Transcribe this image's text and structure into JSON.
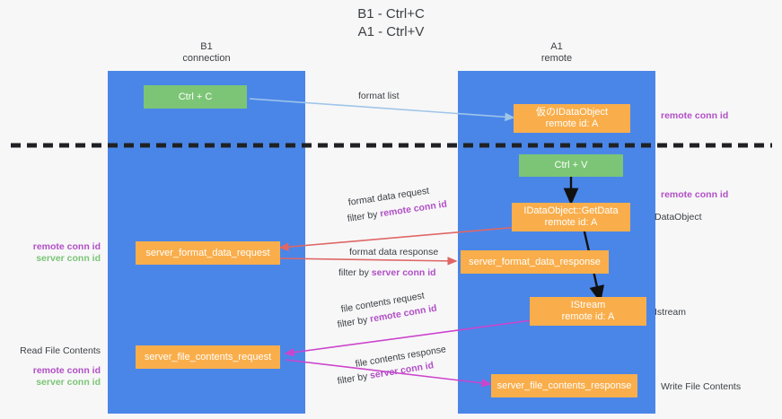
{
  "title": {
    "line1": "B1 - Ctrl+C",
    "line2": "A1 - Ctrl+V"
  },
  "columns": [
    {
      "name": "B1",
      "sub": "connection"
    },
    {
      "name": "A1",
      "sub": "remote"
    }
  ],
  "colors": {
    "lane": "#4a86e8",
    "box_orange": "#f9ae4b",
    "box_green": "#7cc576",
    "purple": "#b14fc5",
    "green_text": "#7cc576",
    "arrow_blue": "#9fc5e8",
    "arrow_red": "#e06666",
    "arrow_magenta": "#cc44cc",
    "arrow_black": "#000000",
    "divider": "#202124",
    "background": "#f7f7f8"
  },
  "boxes": {
    "ctrl_c": {
      "line1": "Ctrl + C"
    },
    "ctrl_v": {
      "line1": "Ctrl + V"
    },
    "fake_dataobject": {
      "line1": "仮のIDataObject",
      "line2": "remote id: A"
    },
    "getdata": {
      "line1": "IDataObject::GetData",
      "line2": "remote id: A"
    },
    "istream": {
      "line1": "IStream",
      "line2": "remote id: A"
    },
    "server_format_data_request": {
      "line1": "server_format_data_request"
    },
    "server_format_data_response": {
      "line1": "server_format_data_response"
    },
    "server_file_contents_request": {
      "line1": "server_file_contents_request"
    },
    "server_file_contents_response": {
      "line1": "server_file_contents_response"
    }
  },
  "middle_labels": {
    "format_list": "format list",
    "format_data_request": "format data request",
    "format_data_request_filter_prefix": "filter by ",
    "format_data_request_filter_key": "remote conn id",
    "format_data_response": "format data response",
    "format_data_response_filter_prefix": "filter by ",
    "format_data_response_filter_key": "server conn id",
    "file_contents_request": "file contents request",
    "file_contents_request_filter_prefix": "filter by ",
    "file_contents_request_filter_key": "remote conn id",
    "file_contents_response": "file contents response",
    "file_contents_response_filter_prefix": "filter by ",
    "file_contents_response_filter_key": "server conn id"
  },
  "right_labels": {
    "remote_conn_id_top": "remote conn id",
    "remote_conn_id_mid": "remote conn id",
    "dataobject": "DataObject",
    "istream": "Istream",
    "write_file_contents": "Write File Contents"
  },
  "left_labels": {
    "remote_conn_id": "remote conn id",
    "server_conn_id": "server conn id",
    "read_file_contents": "Read File Contents",
    "remote_conn_id_2": "remote conn id",
    "server_conn_id_2": "server conn id"
  }
}
